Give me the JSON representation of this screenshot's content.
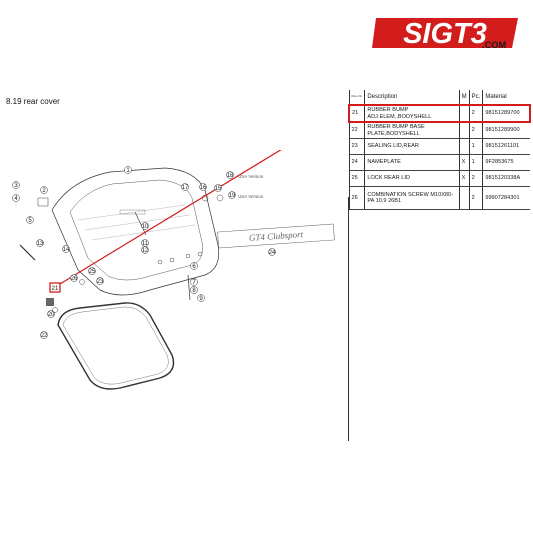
{
  "brand": {
    "logo_text": "SIGT3",
    "domain": ".COM",
    "brand_red": "#d31c1c"
  },
  "section": {
    "title": "8.19  rear cover"
  },
  "diagram": {
    "callouts": [
      "1",
      "2",
      "3",
      "4",
      "5",
      "6",
      "7",
      "8",
      "9",
      "10",
      "11",
      "12",
      "13",
      "14",
      "15",
      "16",
      "17",
      "18",
      "19",
      "20",
      "21",
      "22",
      "23",
      "24",
      "25",
      "26"
    ],
    "usa_labels": [
      "USA Version",
      "USA Version"
    ],
    "nameplate_text": "GT4 Clubsport",
    "highlight_color": "#d31c1c"
  },
  "parts_table": {
    "headers": {
      "pos": "Pos.-Nr.",
      "description": "Description",
      "m": "M",
      "pc": "Pc.",
      "material": "Material"
    },
    "rows": [
      {
        "pos": "21",
        "description": "RUBBER BUMP ADJ.ELEM.,BODYSHELL",
        "m": "",
        "pc": "2",
        "material": "98151289700",
        "highlighted": true
      },
      {
        "pos": "22",
        "description": "RUBBER BUMP BASE PLATE,BODYSHELL",
        "m": "",
        "pc": "2",
        "material": "98151289900",
        "highlighted": false
      },
      {
        "pos": "23",
        "description": "SEALING LID,REAR",
        "m": "",
        "pc": "1",
        "material": "98151261101",
        "highlighted": false
      },
      {
        "pos": "24",
        "description": "NAMEPLATE",
        "m": "X",
        "pc": "1",
        "material": "9F2853675",
        "highlighted": false
      },
      {
        "pos": "25",
        "description": "LOCK REAR LID",
        "m": "X",
        "pc": "2",
        "material": "9815120338A",
        "highlighted": false
      },
      {
        "pos": "26",
        "description": "COMBINATION SCREW M10X80-PA 10.9 26B1",
        "m": "",
        "pc": "2",
        "material": "99907284301",
        "highlighted": false
      }
    ]
  }
}
